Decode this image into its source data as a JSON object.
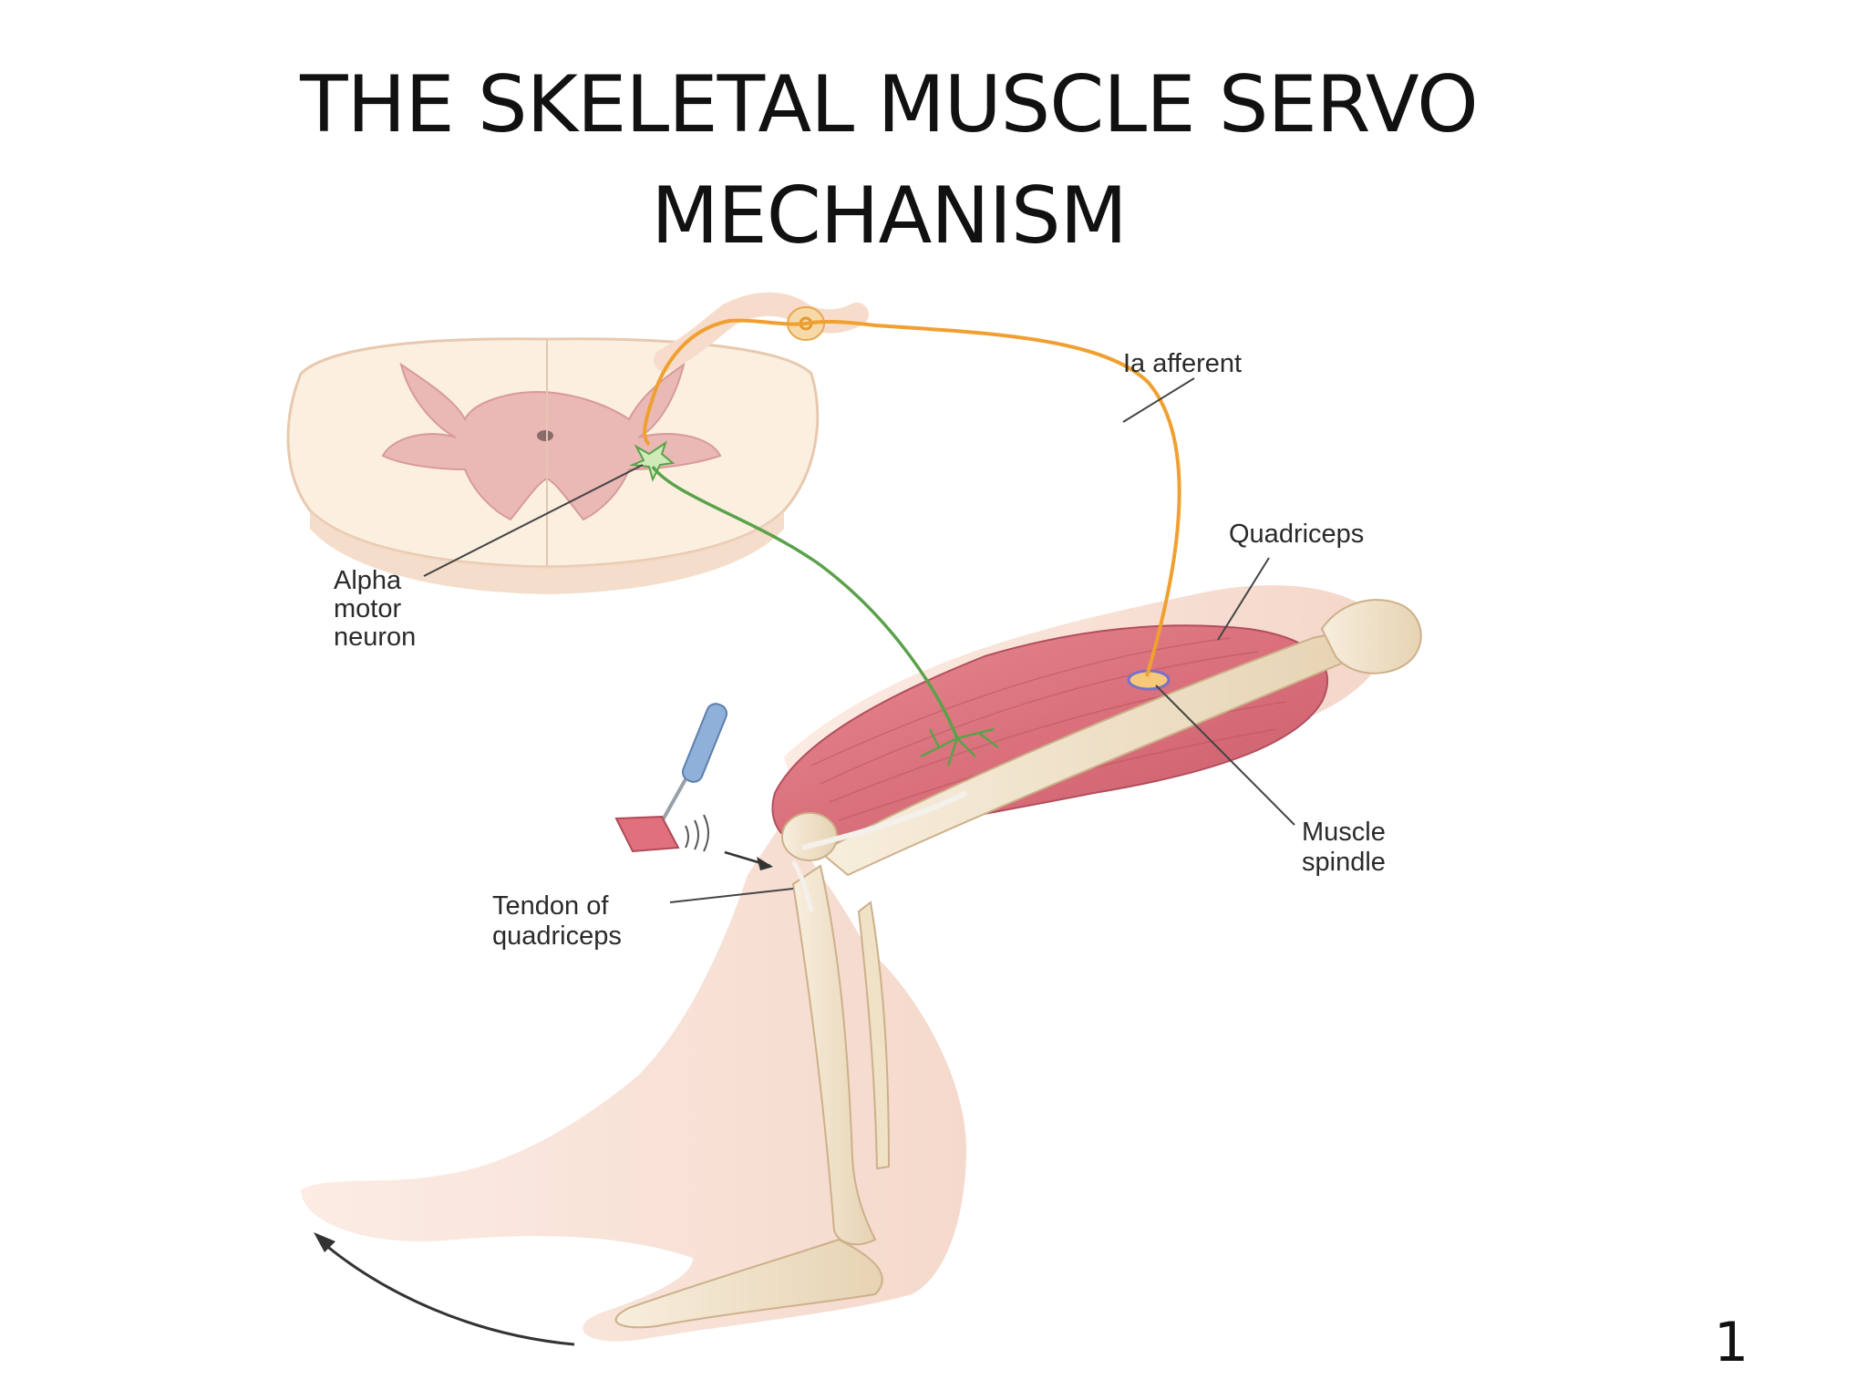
{
  "slide": {
    "title_line1": "THE SKELETAL MUSCLE SERVO",
    "title_line2": "MECHANISM",
    "page_number": "1"
  },
  "diagram": {
    "labels": {
      "ia_afferent": "Ia afferent",
      "quadriceps": "Quadriceps",
      "alpha_line1": "Alpha",
      "alpha_line2": "motor",
      "alpha_line3": "neuron",
      "spindle_line1": "Muscle",
      "spindle_line2": "spindle",
      "tendon_line1": "Tendon of",
      "tendon_line2": "quadriceps"
    },
    "colors": {
      "afferent": "#f0a030",
      "motor": "#5aa24a",
      "muscle": "#d8707c",
      "bone": "#f3e6cf",
      "skin": "#f8e2d6",
      "gray_matter": "#eab9b6",
      "cord": "#fbefe0",
      "hammer_handle": "#8fb0d8",
      "hammer_head": "#e0707c"
    }
  }
}
